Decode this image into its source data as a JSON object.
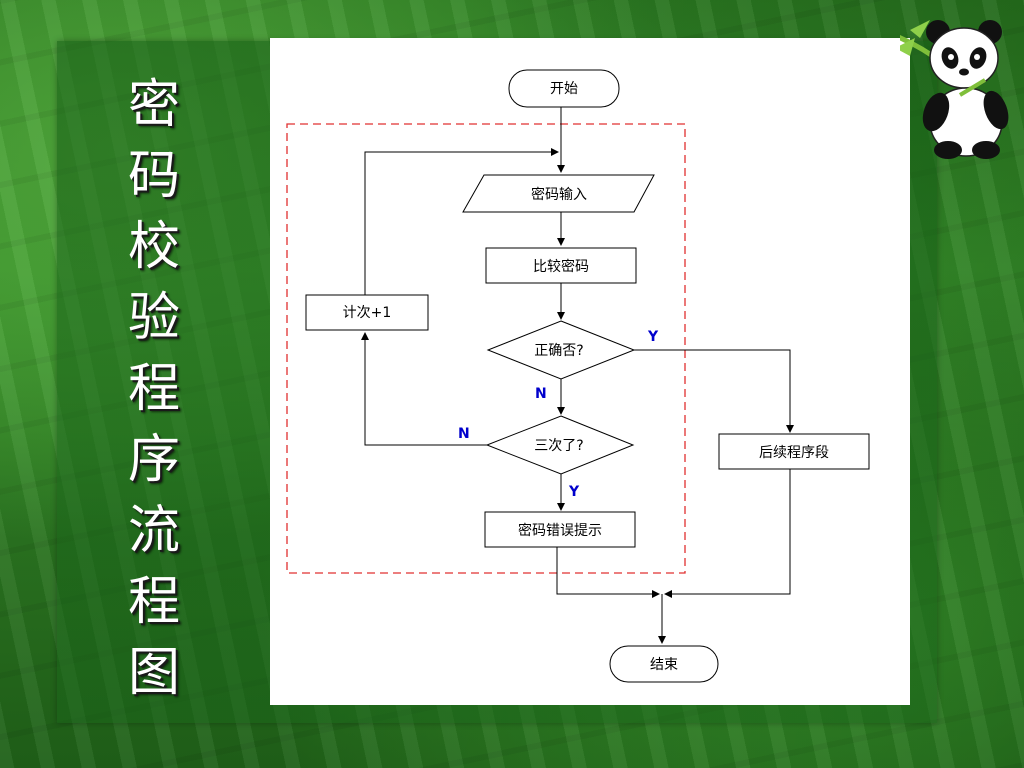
{
  "slide": {
    "title": "密码校验程序流程图"
  },
  "flowchart": {
    "start": "开始",
    "input": "密码输入",
    "compare": "比较密码",
    "decision_correct": "正确否?",
    "decision_three": "三次了?",
    "counter": "计次+1",
    "error": "密码错误提示",
    "next_segment": "后续程序段",
    "end": "结束",
    "label_yes_1": "Y",
    "label_no_1": "N",
    "label_no_2": "N",
    "label_yes_2": "Y"
  },
  "colors": {
    "dashed_box": "#e03030",
    "branch_label": "#0000cc",
    "title_text": "#ffffff",
    "panel_bg": "#ffffff"
  },
  "icons": {
    "mascot": "panda-icon"
  }
}
